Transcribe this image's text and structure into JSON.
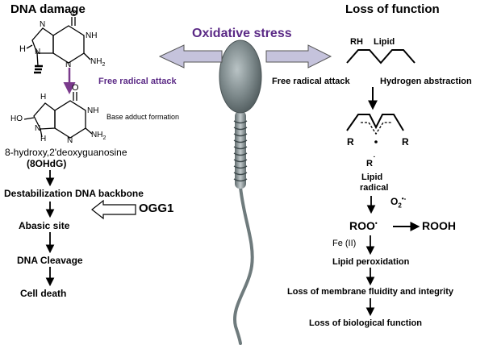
{
  "header": {
    "left_title": "DNA damage",
    "right_title": "Loss of function",
    "center_title": "Oxidative stress"
  },
  "dna": {
    "guanine_atoms": {
      "o": "O",
      "h": "H",
      "nh": "NH",
      "nh2": "NH",
      "h2": "2",
      "n1": "N",
      "n2": "N",
      "n3": "N"
    },
    "attack_label": "Free radical attack",
    "adduct_label": "Base adduct formation",
    "adduct_atoms": {
      "o": "O",
      "ho": "HO",
      "h1": "H",
      "h2": "H",
      "nh": "NH",
      "nh2": "NH",
      "sub2": "2",
      "n1": "N",
      "n2": "N"
    },
    "product_name": "8-hydroxy,2'deoxyguanosine",
    "product_abbr": "(8OHdG)",
    "steps": [
      "Destabilization DNA backbone",
      "Abasic site",
      "DNA Cleavage",
      "Cell death"
    ],
    "enzyme": "OGG1"
  },
  "lipid": {
    "rh_label": "RH",
    "lipid_label": "Lipid",
    "attack_label": "Free radical attack",
    "abstraction_label": "Hydrogen abstraction",
    "r_left": "R",
    "r_right": "R",
    "radical_r": "R",
    "radical_dot": "˙",
    "lipid_radical_line1": "Lipid",
    "lipid_radical_line2": "radical",
    "superoxide": "O",
    "superoxide_sub": "2",
    "superoxide_sup": "•-",
    "roo": "ROO",
    "roo_dot": "•",
    "rooh": "ROOH",
    "iron": "Fe (II)",
    "steps": [
      "Lipid peroxidation",
      "Loss of membrane fluidity and integrity",
      "Loss of biological function"
    ]
  },
  "colors": {
    "oxidative_title": "#5b2a86",
    "attack_arrow": "#7a3a8c",
    "block_arrow_fill": "#c5c3dc",
    "sperm_head": "#7f8b8d"
  }
}
